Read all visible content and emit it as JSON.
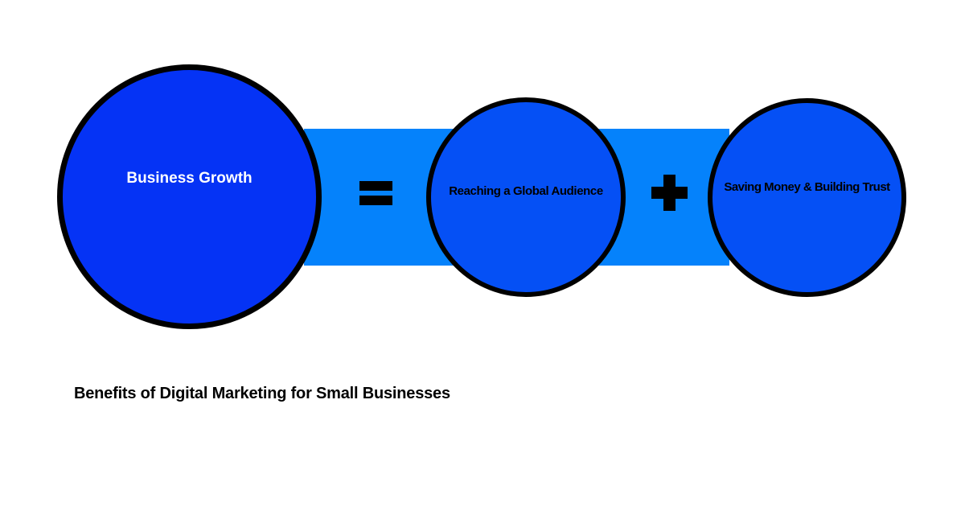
{
  "diagram": {
    "title": "Benefits of Digital Marketing for Small Businesses",
    "nodes": [
      {
        "id": "result",
        "label": "Business Growth",
        "fill": "#0533f5",
        "text_color": "#ffffff"
      },
      {
        "id": "benefit-1",
        "label": "Reaching a Global Audience",
        "fill": "#0550f5",
        "text_color": "#000000"
      },
      {
        "id": "benefit-2",
        "label": "Saving Money & Building Trust",
        "fill": "#0550f5",
        "text_color": "#000000"
      }
    ],
    "operators": {
      "equals": "=",
      "plus": "+"
    },
    "colors": {
      "band": "#0582fb",
      "outline": "#000000",
      "operator": "#000000",
      "background": "#ffffff"
    }
  }
}
